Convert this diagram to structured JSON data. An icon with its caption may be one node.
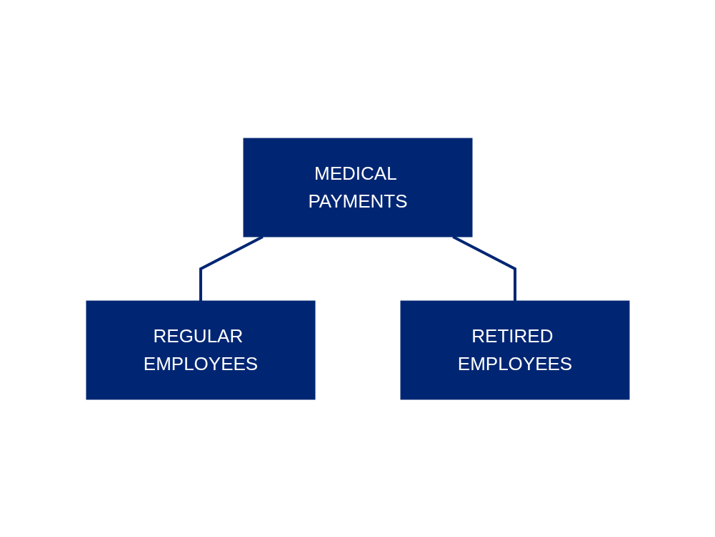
{
  "diagram": {
    "nodes": [
      {
        "text": [
          "MEDICAL PAYMENTS"
        ]
      },
      {
        "text": [
          "REGULAR EMPLOYEES"
        ]
      },
      {
        "text": [
          "RETIRED EMPLOYEES"
        ]
      }
    ],
    "edges": [
      {
        "from": 0,
        "to": 1,
        "arrow": "none"
      },
      {
        "from": 0,
        "to": 2,
        "arrow": "none"
      }
    ]
  }
}
